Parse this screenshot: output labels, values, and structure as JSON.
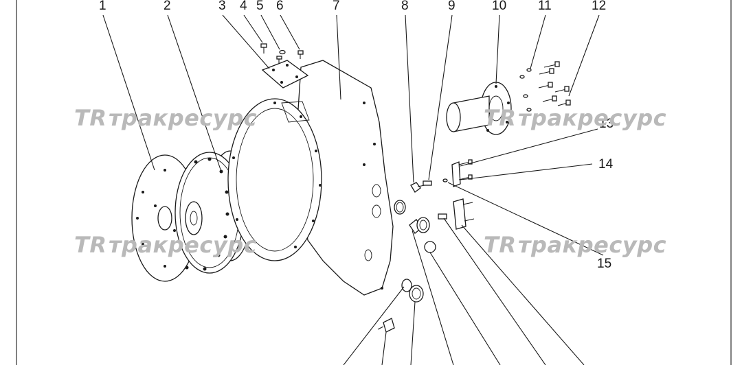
{
  "callouts": [
    "1",
    "2",
    "3",
    "4",
    "5",
    "6",
    "7",
    "8",
    "9",
    "10",
    "11",
    "12",
    "13",
    "14",
    "15"
  ],
  "watermark": {
    "text": "трак­ресурс",
    "monogram": "TR",
    "color": "#b9b9b9"
  },
  "colors": {
    "line": "#1a1a1a",
    "background": "#ffffff"
  }
}
